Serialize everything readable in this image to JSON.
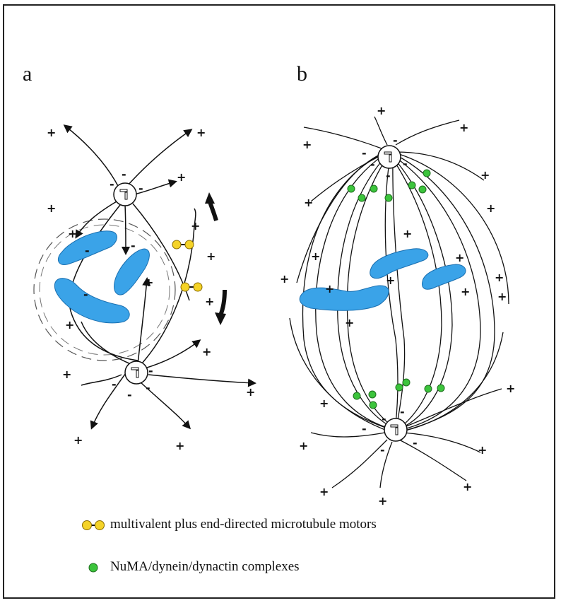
{
  "panels": {
    "a": {
      "label": "a"
    },
    "b": {
      "label": "b"
    }
  },
  "symbols": {
    "plus": "+",
    "minus": "-"
  },
  "legend": [
    {
      "text": "multivalent plus end-directed microtubule motors",
      "icon": "yellow-motor-icon",
      "color": "#f5d327"
    },
    {
      "text": "NuMA/dynein/dynactin complexes",
      "icon": "green-dot-icon",
      "color": "#3cc43c"
    }
  ],
  "colors": {
    "chromosome": "#3aa3e8",
    "motor": "#f5d327",
    "numa": "#3cc43c"
  }
}
